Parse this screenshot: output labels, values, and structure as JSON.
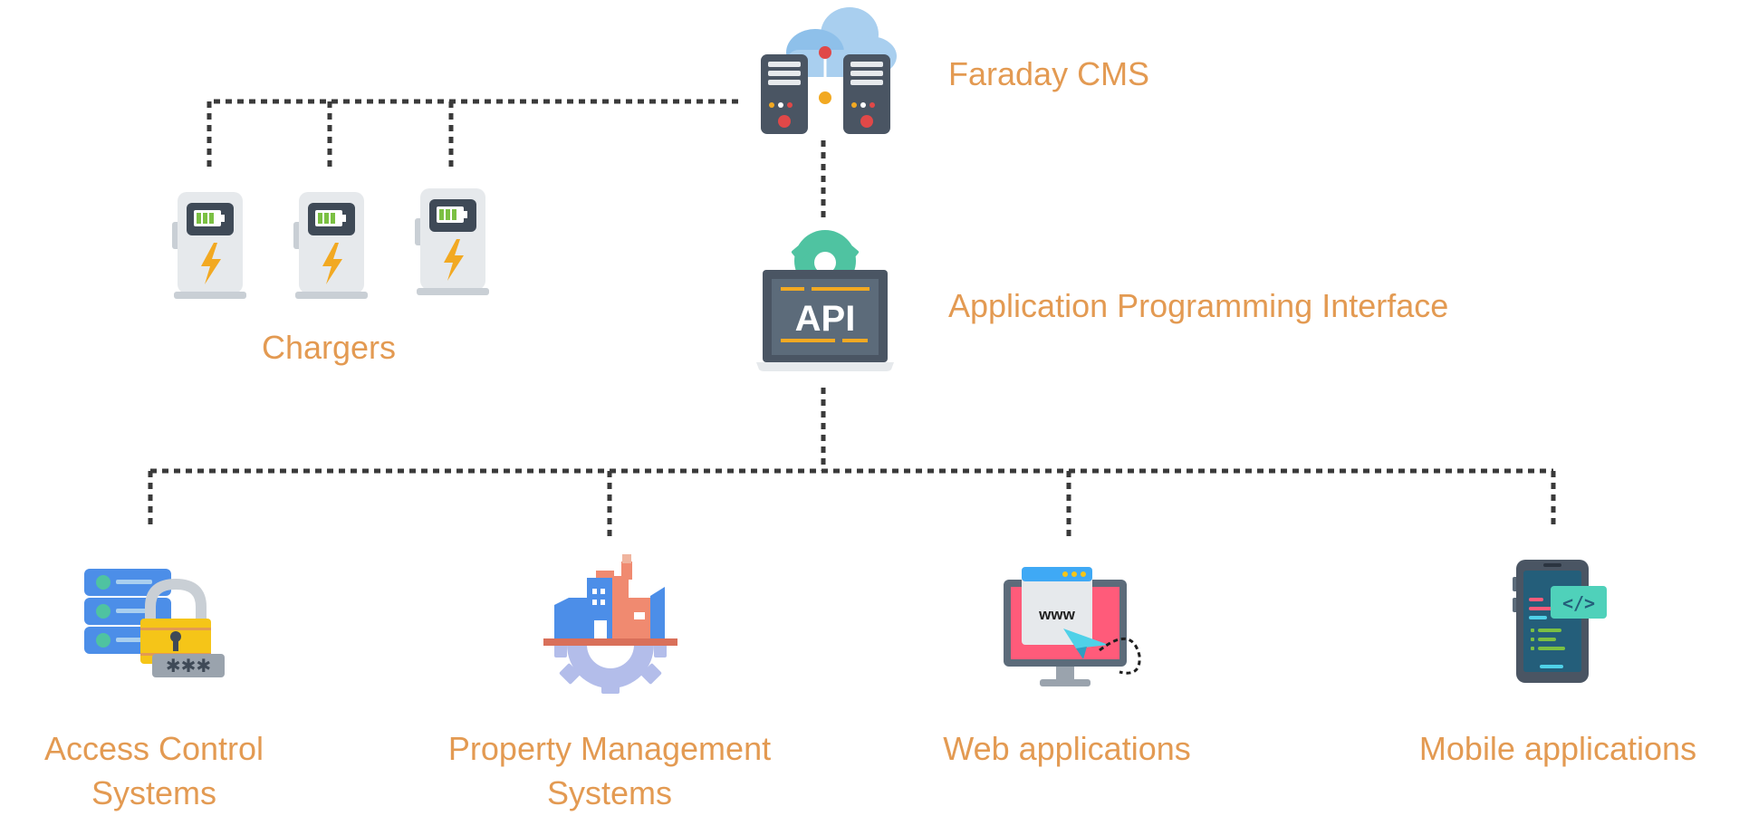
{
  "colors": {
    "label": "#E39A52",
    "connector": "#3a3a3a",
    "background": "#ffffff"
  },
  "nodes": {
    "cms": {
      "label": "Faraday CMS",
      "icon": "cloud-server-icon"
    },
    "api": {
      "label": "Application Programming Interface",
      "icon": "api-laptop-icon",
      "screen_text": "API"
    },
    "chargers": {
      "label": "Chargers",
      "icon": "ev-charger-icon"
    },
    "access_control": {
      "line1": "Access Control",
      "line2": "Systems",
      "icon": "database-lock-icon"
    },
    "property_management": {
      "line1": "Property Management",
      "line2": "Systems",
      "icon": "building-gear-icon"
    },
    "web_apps": {
      "label": "Web applications",
      "icon": "web-browser-icon",
      "screen_text": "www"
    },
    "mobile_apps": {
      "label": "Mobile applications",
      "icon": "mobile-code-icon",
      "code_text": "</>"
    }
  }
}
